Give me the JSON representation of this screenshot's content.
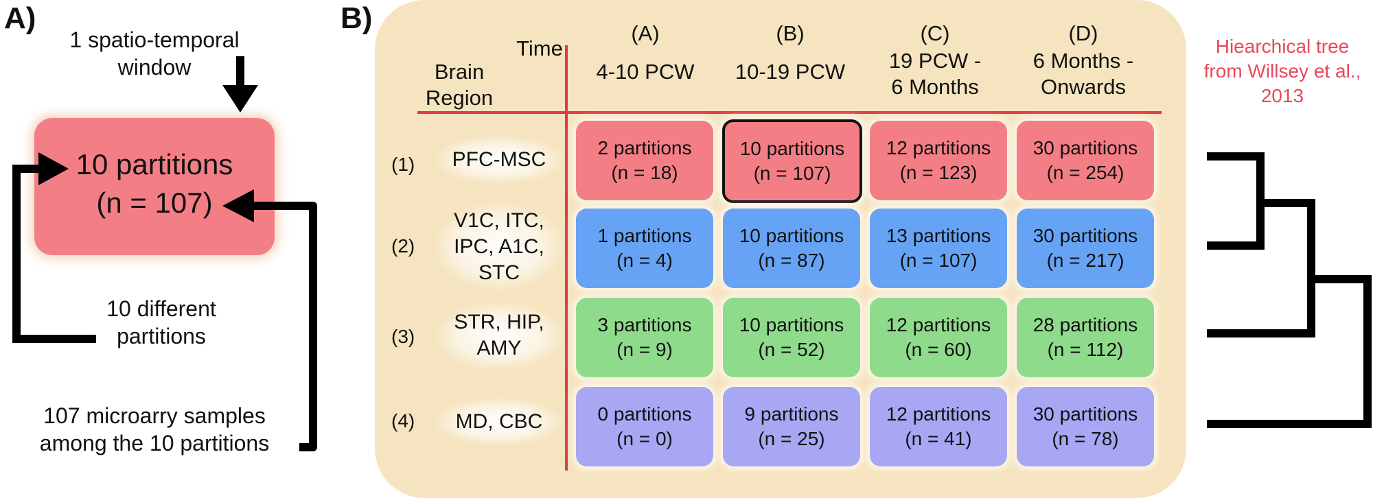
{
  "panel_a": {
    "label": "A)",
    "window_text_1": "1 spatio-temporal",
    "window_text_2": "window",
    "box_line_1": "10 partitions",
    "box_line_2": "(n = 107)",
    "diff_text_1": "10 different",
    "diff_text_2": "partitions",
    "samples_text_1": "107 microarry samples",
    "samples_text_2": "among the 10 partitions"
  },
  "panel_b": {
    "label": "B)",
    "corner_time": "Time",
    "corner_region_1": "Brain",
    "corner_region_2": "Region",
    "columns": [
      {
        "letter": "(A)",
        "line1": "4-10 PCW",
        "line2": ""
      },
      {
        "letter": "(B)",
        "line1": "10-19 PCW",
        "line2": ""
      },
      {
        "letter": "(C)",
        "line1": "19 PCW -",
        "line2": "6 Months"
      },
      {
        "letter": "(D)",
        "line1": "6 Months -",
        "line2": "Onwards"
      }
    ],
    "rows": [
      {
        "num": "(1)",
        "region_lines": [
          "PFC-MSC"
        ],
        "color": "#f47e86",
        "cells": [
          {
            "partitions": "2 partitions",
            "n": "(n = 18)",
            "highlighted": false
          },
          {
            "partitions": "10 partitions",
            "n": "(n = 107)",
            "highlighted": true
          },
          {
            "partitions": "12 partitions",
            "n": "(n = 123)",
            "highlighted": false
          },
          {
            "partitions": "30 partitions",
            "n": "(n = 254)",
            "highlighted": false
          }
        ]
      },
      {
        "num": "(2)",
        "region_lines": [
          "V1C, ITC,",
          "IPC, A1C,",
          "STC"
        ],
        "color": "#66a3f4",
        "cells": [
          {
            "partitions": "1 partitions",
            "n": "(n = 4)",
            "highlighted": false
          },
          {
            "partitions": "10 partitions",
            "n": "(n = 87)",
            "highlighted": false
          },
          {
            "partitions": "13 partitions",
            "n": "(n = 107)",
            "highlighted": false
          },
          {
            "partitions": "30 partitions",
            "n": "(n = 217)",
            "highlighted": false
          }
        ]
      },
      {
        "num": "(3)",
        "region_lines": [
          "STR, HIP,",
          "AMY"
        ],
        "color": "#8fdb8c",
        "cells": [
          {
            "partitions": "3 partitions",
            "n": "(n = 9)",
            "highlighted": false
          },
          {
            "partitions": "10 partitions",
            "n": "(n = 52)",
            "highlighted": false
          },
          {
            "partitions": "12 partitions",
            "n": "(n = 60)",
            "highlighted": false
          },
          {
            "partitions": "28 partitions",
            "n": "(n = 112)",
            "highlighted": false
          }
        ]
      },
      {
        "num": "(4)",
        "region_lines": [
          "MD, CBC"
        ],
        "color": "#a8a7f4",
        "cells": [
          {
            "partitions": "0 partitions",
            "n": "(n = 0)",
            "highlighted": false
          },
          {
            "partitions": "9 partitions",
            "n": "(n = 25)",
            "highlighted": false
          },
          {
            "partitions": "12 partitions",
            "n": "(n = 41)",
            "highlighted": false
          },
          {
            "partitions": "30 partitions",
            "n": "(n = 78)",
            "highlighted": false
          }
        ]
      }
    ]
  },
  "tree": {
    "title_1": "Hiearchical tree",
    "title_2": "from Willsey et al.,",
    "title_3": "2013"
  },
  "colors": {
    "red_cell": "#f47e86",
    "blue_cell": "#66a3f4",
    "green_cell": "#8fdb8c",
    "purple_cell": "#a8a7f4",
    "panel_bg": "#f5e4bf",
    "divider_red": "#e03a4a",
    "tree_title": "#e8485d"
  }
}
